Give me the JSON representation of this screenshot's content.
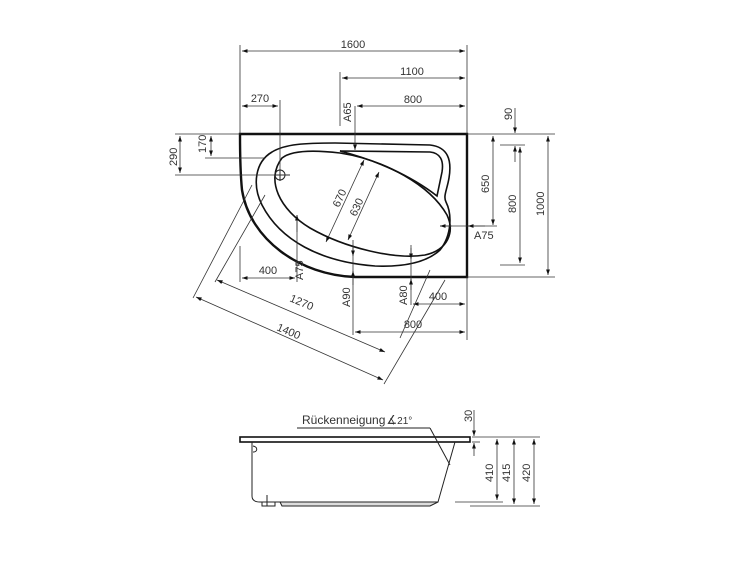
{
  "plan_view": {
    "dimensions": {
      "overall_length": "1600",
      "width_1100": "1100",
      "width_800_top": "800",
      "offset_270": "270",
      "depth_290": "290",
      "depth_170": "170",
      "inset_90": "90",
      "height_650": "650",
      "height_800": "800",
      "overall_width": "1000",
      "diag_670": "670",
      "diag_630": "630",
      "bottom_400_left": "400",
      "bottom_400_right": "400",
      "bottom_800": "800",
      "diag_1270": "1270",
      "diag_1400": "1400"
    },
    "markers": {
      "a65": "A65",
      "a75_right": "A75",
      "a75_left": "A75",
      "a90": "A90",
      "a80": "A80"
    }
  },
  "side_view": {
    "backrest_label": "Rückenneigung",
    "backrest_angle": "21°",
    "dimensions": {
      "rim_30": "30",
      "h410": "410",
      "h415": "415",
      "h420": "420"
    }
  }
}
